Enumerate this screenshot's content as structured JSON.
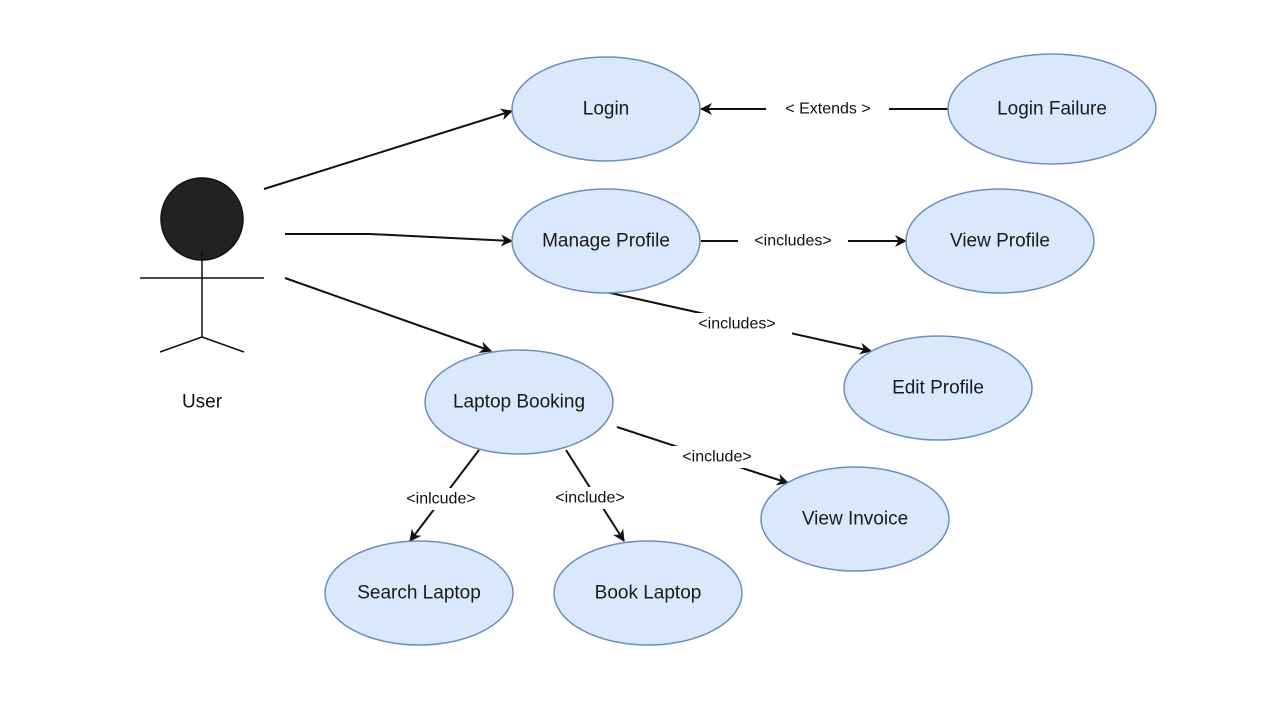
{
  "actor": {
    "label": "User"
  },
  "use_cases": {
    "login": "Login",
    "login_failure": "Login Failure",
    "manage_profile": "Manage Profile",
    "view_profile": "View Profile",
    "edit_profile": "Edit Profile",
    "laptop_booking": "Laptop Booking",
    "view_invoice": "View Invoice",
    "search_laptop": "Search Laptop",
    "book_laptop": "Book Laptop"
  },
  "relations": {
    "extends_login": "< Extends >",
    "includes_view_profile": "<includes>",
    "includes_edit_profile": "<includes>",
    "include_view_invoice": "<include>",
    "inlcude_search_laptop": "<inlcude>",
    "include_book_laptop": "<include>"
  },
  "colors": {
    "use_case_fill": "#dae8fc",
    "use_case_stroke": "#6c8ebf",
    "line": "#111111",
    "actor_head": "#222222"
  }
}
